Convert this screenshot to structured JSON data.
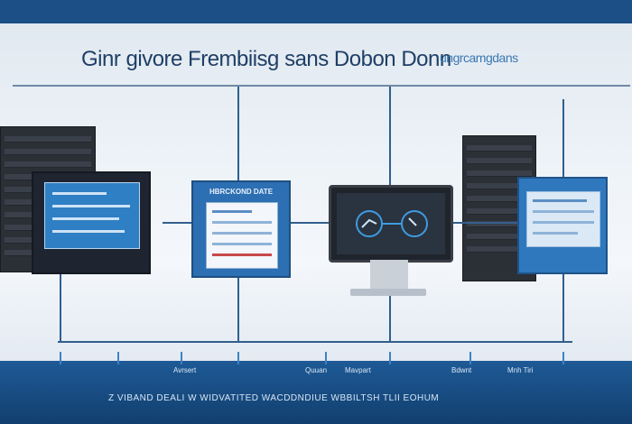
{
  "header": {
    "title": "Ginr givore Frembiisg sans Dobon Donn",
    "title_tail": "ungrcamgdans"
  },
  "panels": {
    "form_panel_header": "HBRCKOND DATE"
  },
  "bottom_labels": [
    "Avrsert",
    "Quuan",
    "Mavpart",
    "Bdwnt",
    "Mnh Tiri"
  ],
  "footer": {
    "text": "Z  VIBAND DEALI W WIDVATITED WACDDNDIUE WBBILTSH TLII  EOHUM"
  },
  "colors": {
    "top_bar": "#1b4f86",
    "bottom_bar": "#123f6f",
    "accent": "#2f78bd"
  },
  "icons": [
    "gauge-icon",
    "node-icon",
    "arrow-icon"
  ]
}
